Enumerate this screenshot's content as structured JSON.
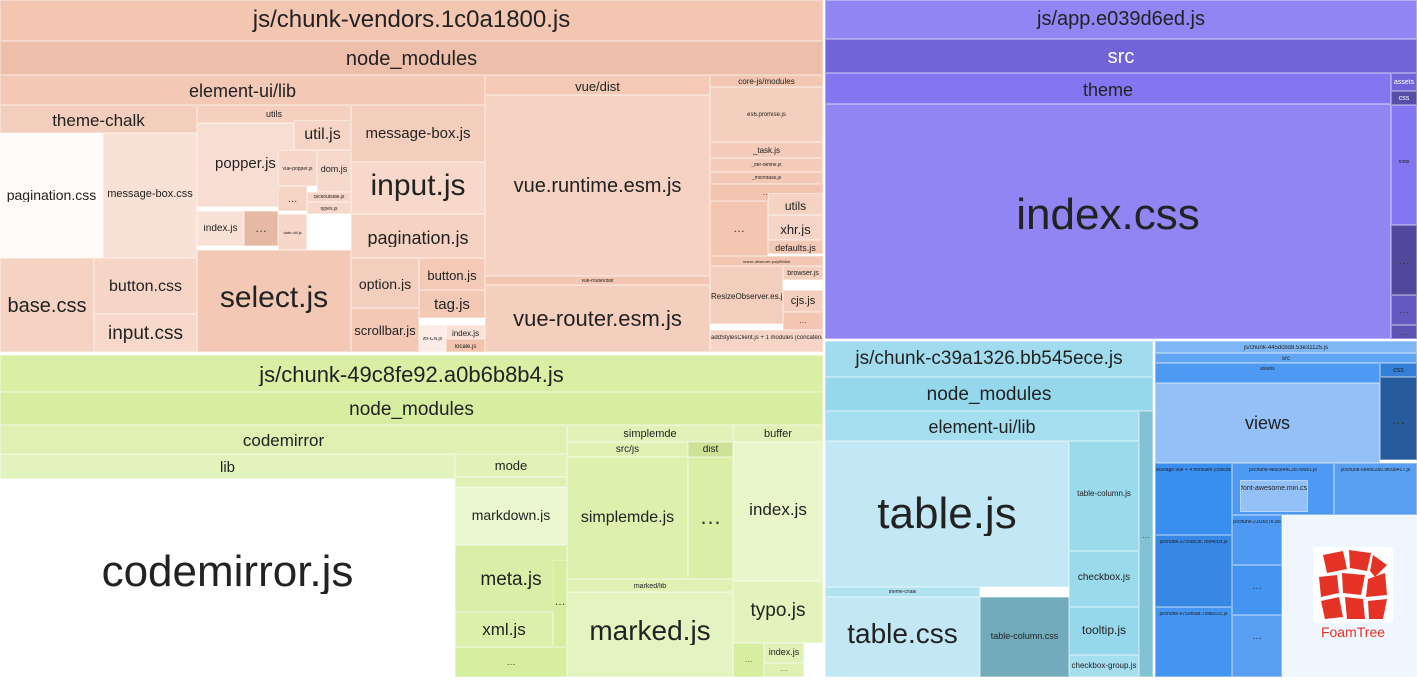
{
  "colors": {
    "orange": "#f2c3ad",
    "purple": "#7c6ff0",
    "green": "#d6ee9f",
    "blue": "#8fd6eb",
    "bluealt": "#3a8ef0",
    "logo_red": "#e53227"
  },
  "logo": {
    "text": "FoamTree",
    "icon": "foamtree-logo-icon"
  },
  "groups": [
    {
      "key": "orange",
      "name": "chunk-vendors-group"
    },
    {
      "key": "purple",
      "name": "app-group"
    },
    {
      "key": "green",
      "name": "chunk-49c8-group"
    },
    {
      "key": "blue",
      "name": "chunk-c39a-group"
    },
    {
      "key": "bluealt",
      "name": "chunk-445d-group"
    }
  ],
  "labels": [
    "js/chunk-vendors.1c0a1800.js",
    "node_modules",
    "element-ui/lib",
    "vue/dist",
    "core-js/modules",
    "theme-chalk",
    "utils",
    "util.js",
    "message-box.js",
    "popper.js",
    "vue-popper.js",
    "dom.js",
    "clickoutside.js",
    "types.js",
    "index.js",
    "date-util.js",
    "pagination.css",
    "message-box.css",
    "input.js",
    "vue.runtime.esm.js",
    "es6.promise.js",
    "_task.js",
    "_iter-define.js",
    "_microtask.js",
    "pagination.js",
    "utils",
    "xhr.js",
    "defaults.js",
    "base.css",
    "button.css",
    "input.css",
    "select.js",
    "option.js",
    "button.js",
    "tag.js",
    "scrollbar.js",
    "zh-CN.js",
    "index.js",
    "locale.js",
    "vue-router.esm.js",
    "vue-router/dist",
    "resize-observer-polyfill/dist",
    "ResizeObserver.es.js",
    "browser.js",
    "cjs.js",
    "addStylesClient.js + 1 modules (concatenated)",
    "js/app.e039d6ed.js",
    "src",
    "theme",
    "index.css",
    "assets",
    "css",
    "fonts",
    "js/chunk-49c8fe92.a0b6b8b4.js",
    "node_modules",
    "codemirror",
    "lib",
    "codemirror.js",
    "mode",
    "markdown.js",
    "meta.js",
    "xml.js",
    "simplemde",
    "src/js",
    "dist",
    "simplemde.js",
    "marked/lib",
    "marked.js",
    "buffer",
    "index.js",
    "typo.js",
    "index.js",
    "js/chunk-c39a1326.bb545ece.js",
    "node_modules",
    "element-ui/lib",
    "table.js",
    "table-column.js",
    "theme-chalk",
    "table.css",
    "table-column.css",
    "checkbox.js",
    "tooltip.js",
    "checkbox-group.js",
    "js/chunk-445dcbd8.53e31125.js",
    "src",
    "assets",
    "css",
    "views",
    "font-awesome.min.css",
    "Manage.vue + 4 modules (concatenated)",
    "js/chunk-4e6ce4f6.2b7f06e1.js",
    "js/chunk-6ee8c2a0.9f06b417.js",
    "js/chunk-2756bc3e.7b94cf2f.js",
    "js/chunk-6759f6a8.75fa0c22.js",
    "js/chunk-21f26c7e.a5813d93.js",
    "js/chunk-7fb3bdd6.53b0a0a1.js"
  ]
}
